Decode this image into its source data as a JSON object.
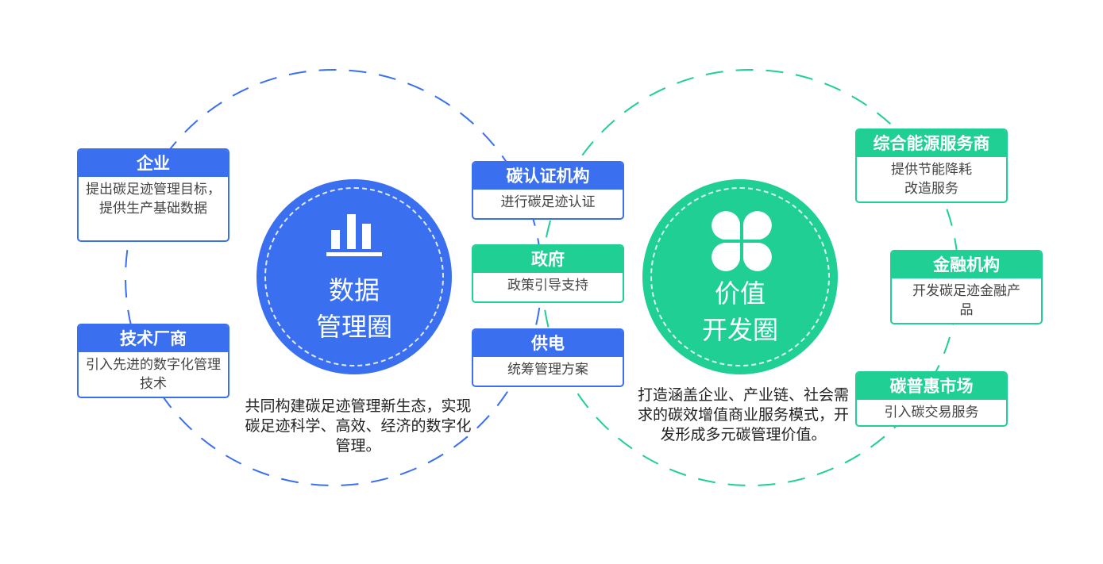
{
  "colors": {
    "blue": "#3a6ff0",
    "green": "#1fcf94"
  },
  "left_circle": {
    "icon": "bar-chart-icon",
    "line1": "数据",
    "line2": "管理圈",
    "description": "共同构建碳足迹管理新生态，实现碳足迹科学、高效、经济的数字化管理。"
  },
  "right_circle": {
    "icon": "clover-icon",
    "line1": "价值",
    "line2": "开发圈",
    "description": "打造涵盖企业、产业链、社会需求的碳效增值商业服务模式，开发形成多元碳管理价值。"
  },
  "cards": [
    {
      "title": "企业",
      "body": "提出碳足迹管理目标，提供生产基础数据"
    },
    {
      "title": "技术厂商",
      "body": "引入先进的数字化管理技术"
    },
    {
      "title": "碳认证机构",
      "body": "进行碳足迹认证"
    },
    {
      "title": "政府",
      "body": "政策引导支持"
    },
    {
      "title": "供电",
      "body": "统筹管理方案"
    },
    {
      "title": "综合能源服务商",
      "body": "提供节能降耗改造服务"
    },
    {
      "title": "金融机构",
      "body": "开发碳足迹金融产品"
    },
    {
      "title": "碳普惠市场",
      "body": "引入碳交易服务"
    }
  ]
}
